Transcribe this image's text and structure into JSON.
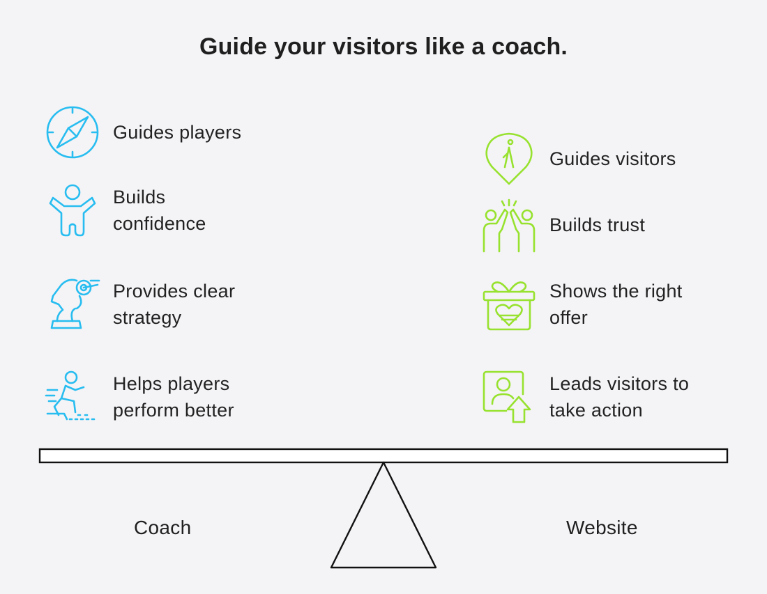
{
  "title": "Guide your visitors like a coach.",
  "colors": {
    "coach_accent": "#27bdf0",
    "website_accent": "#97e22e",
    "background": "#f4f3f6"
  },
  "coach": {
    "label": "Coach",
    "items": [
      {
        "icon": "compass-icon",
        "line1": "Guides players",
        "line2": ""
      },
      {
        "icon": "child-arms-up-icon",
        "line1": "Builds",
        "line2": "confidence"
      },
      {
        "icon": "chess-knight-target-icon",
        "line1": "Provides clear",
        "line2": "strategy"
      },
      {
        "icon": "running-athlete-icon",
        "line1": "Helps players",
        "line2": "perform better"
      }
    ]
  },
  "website": {
    "label": "Website",
    "items": [
      {
        "icon": "location-pin-walker-icon",
        "line1": "Guides visitors",
        "line2": ""
      },
      {
        "icon": "high-five-icon",
        "line1": "Builds trust",
        "line2": ""
      },
      {
        "icon": "gift-heart-icon",
        "line1": "Shows the right",
        "line2": "offer"
      },
      {
        "icon": "user-arrow-up-icon",
        "line1": "Leads visitors to",
        "line2": "take action"
      }
    ]
  }
}
